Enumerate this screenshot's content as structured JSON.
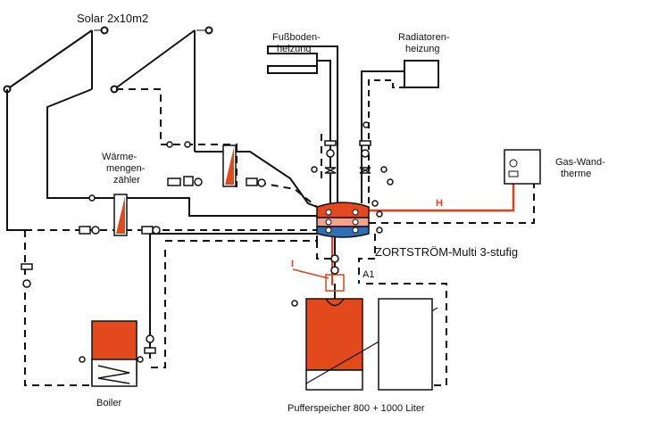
{
  "labels": {
    "solar": "Solar 2x10m2",
    "fussboden_line1": "Fußboden-",
    "fussboden_line2": "heizung",
    "radiator_line1": "Radiatoren-",
    "radiator_line2": "heizung",
    "waerme_line1": "Wärme-",
    "waerme_line2": "mengen-",
    "waerme_line3": "zähler",
    "gas_line1": "Gas-Wand-",
    "gas_line2": "therme",
    "h_marker": "H",
    "i_marker": "I",
    "a1": "A1",
    "zortstroem": "ZORTSTRÖM-Multi 3-stufig",
    "boiler": "Boiler",
    "puffer": "Pufferspeicher 800 + 1000 Liter"
  },
  "colors": {
    "tank_fill": "#e24a1e",
    "hot_line": "#e0401a",
    "cold_segment": "#2f6fb6",
    "line": "#111111"
  }
}
